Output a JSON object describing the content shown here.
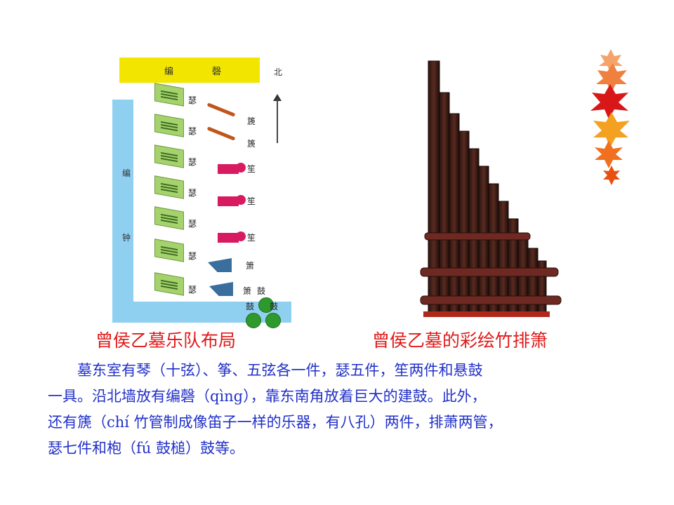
{
  "diagram": {
    "bianqing": [
      "编",
      "磬"
    ],
    "bianzhong": [
      "编",
      "钟"
    ],
    "north": "北",
    "se_label": "瑟",
    "chi_label": "篪",
    "sheng_label": "笙",
    "xiao_label": "箫",
    "gu_label": "鼓"
  },
  "captions": {
    "left": "曾侯乙墓乐队布局",
    "right": "曾侯乙墓的彩绘竹排箫"
  },
  "paragraph": [
    "墓东室有琴（十弦）、筝、五弦各一件，瑟五件，笙两件和悬鼓",
    "一具。沿北墙放有编磬（qìng），靠东南角放着巨大的建鼓。此外，",
    "还有篪（chí 竹管制成像笛子一样的乐器，有八孔）两件，排萧两管，",
    "瑟七件和枹（fú 鼓槌）鼓等。"
  ],
  "colors": {
    "caption": "#e01a1a",
    "paragraph": "#2130c8",
    "bianqing": "#f2e600",
    "bianzhong": "#8fd0f0"
  }
}
